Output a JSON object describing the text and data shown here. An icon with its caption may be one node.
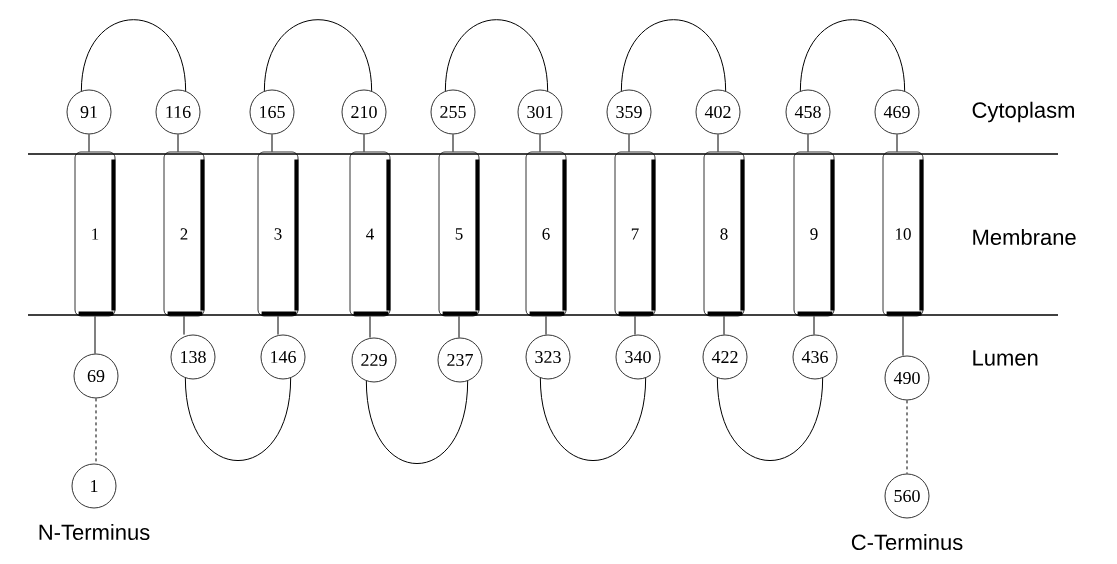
{
  "diagram": {
    "nodes": [
      {
        "text": [
          "91"
        ]
      },
      {
        "text": [
          "116"
        ]
      },
      {
        "text": [
          "165"
        ]
      },
      {
        "text": [
          "210"
        ]
      },
      {
        "text": [
          "255"
        ]
      },
      {
        "text": [
          "301"
        ]
      },
      {
        "text": [
          "359"
        ]
      },
      {
        "text": [
          "402"
        ]
      },
      {
        "text": [
          "458"
        ]
      },
      {
        "text": [
          "469"
        ]
      },
      {
        "text": [
          "1"
        ]
      },
      {
        "text": [
          "2"
        ]
      },
      {
        "text": [
          "3"
        ]
      },
      {
        "text": [
          "4"
        ]
      },
      {
        "text": [
          "5"
        ]
      },
      {
        "text": [
          "6"
        ]
      },
      {
        "text": [
          "7"
        ]
      },
      {
        "text": [
          "8"
        ]
      },
      {
        "text": [
          "9"
        ]
      },
      {
        "text": [
          "10"
        ]
      },
      {
        "text": [
          "69"
        ]
      },
      {
        "text": [
          "138"
        ]
      },
      {
        "text": [
          "146"
        ]
      },
      {
        "text": [
          "229"
        ]
      },
      {
        "text": [
          "237"
        ]
      },
      {
        "text": [
          "323"
        ]
      },
      {
        "text": [
          "340"
        ]
      },
      {
        "text": [
          "422"
        ]
      },
      {
        "text": [
          "436"
        ]
      },
      {
        "text": [
          "490"
        ]
      },
      {
        "text": [
          "1"
        ],
        "beside": [
          "N-Terminus"
        ]
      },
      {
        "text": [
          "560"
        ],
        "beside": [
          "C-Terminus"
        ]
      }
    ],
    "edges": [
      {
        "from": 0,
        "to": 1,
        "arrow": "none"
      },
      {
        "from": 2,
        "to": 3,
        "arrow": "none"
      },
      {
        "from": 4,
        "to": 5,
        "arrow": "none"
      },
      {
        "from": 6,
        "to": 7,
        "arrow": "none"
      },
      {
        "from": 8,
        "to": 9,
        "arrow": "none"
      },
      {
        "from": 0,
        "to": 10,
        "arrow": "none"
      },
      {
        "from": 1,
        "to": 11,
        "arrow": "none"
      },
      {
        "from": 2,
        "to": 12,
        "arrow": "none"
      },
      {
        "from": 3,
        "to": 13,
        "arrow": "none"
      },
      {
        "from": 4,
        "to": 14,
        "arrow": "none"
      },
      {
        "from": 5,
        "to": 15,
        "arrow": "none"
      },
      {
        "from": 6,
        "to": 16,
        "arrow": "none"
      },
      {
        "from": 7,
        "to": 17,
        "arrow": "none"
      },
      {
        "from": 8,
        "to": 18,
        "arrow": "none"
      },
      {
        "from": 9,
        "to": 19,
        "arrow": "none"
      },
      {
        "from": 10,
        "to": 20,
        "arrow": "none"
      },
      {
        "from": 11,
        "to": 21,
        "arrow": "none"
      },
      {
        "from": 12,
        "to": 22,
        "arrow": "none"
      },
      {
        "from": 13,
        "to": 23,
        "arrow": "none"
      },
      {
        "from": 14,
        "to": 24,
        "arrow": "none"
      },
      {
        "from": 15,
        "to": 25,
        "arrow": "none"
      },
      {
        "from": 16,
        "to": 26,
        "arrow": "none"
      },
      {
        "from": 17,
        "to": 27,
        "arrow": "none"
      },
      {
        "from": 18,
        "to": 28,
        "arrow": "none"
      },
      {
        "from": 19,
        "to": 29,
        "arrow": "none"
      },
      {
        "from": 21,
        "to": 22,
        "arrow": "none"
      },
      {
        "from": 23,
        "to": 24,
        "arrow": "none"
      },
      {
        "from": 25,
        "to": 26,
        "arrow": "none"
      },
      {
        "from": 27,
        "to": 28,
        "arrow": "none"
      },
      {
        "from": 20,
        "to": 30,
        "arrow": "none",
        "style": "dashed"
      },
      {
        "from": 29,
        "to": 31,
        "arrow": "none",
        "style": "dashed"
      }
    ],
    "labels": [
      "Cytoplasm",
      "Membrane",
      "Lumen"
    ]
  }
}
